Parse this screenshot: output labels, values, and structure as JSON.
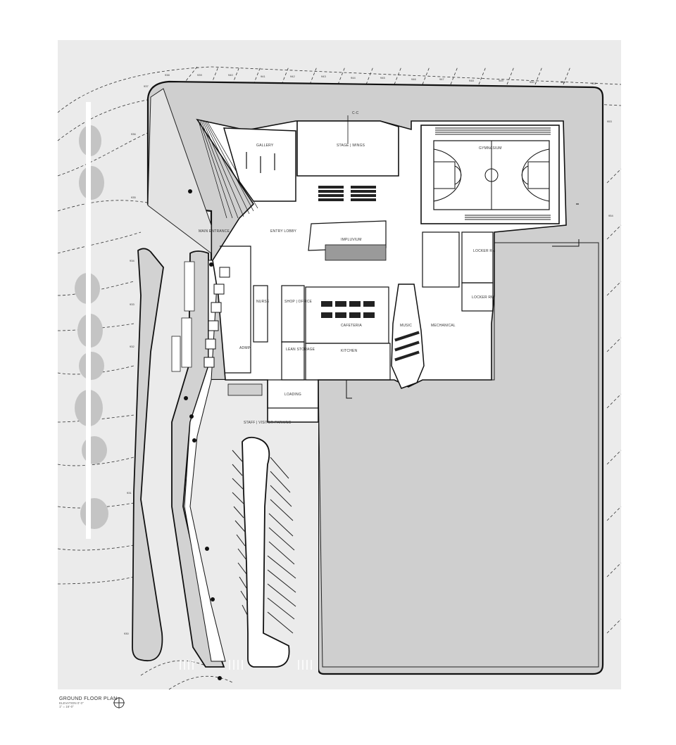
{
  "plan": {
    "title": "GROUND FLOOR PLAN",
    "elevation": "ELEVATION 0' 0\"",
    "scale": "1\" = 16'-0\"",
    "colors": {
      "background": "#ebebeb",
      "site_fill": "#cfcfcf",
      "building": "#ffffff",
      "outline": "#222222"
    }
  },
  "rooms": {
    "gallery": "GALLERY",
    "stage": "STAGE | WINGS",
    "gymnasium": "GYMNASIUM",
    "main_entrance": "MAIN ENTRANCE",
    "entry_lobby": "ENTRY LOBBY",
    "impluvium": "IMPLUVIUM",
    "locker_rm_1": "LOCKER RM",
    "locker_rm_2": "LOCKER RM",
    "nurse": "NURSE",
    "shop_office": "SHOP | OFFICE",
    "cafeteria": "CAFETERIA",
    "music": "MUSIC",
    "mechanical": "MECHANICAL",
    "admin": "ADMIN",
    "lean_storage": "LEAN STORAGE",
    "kitchen": "KITCHEN",
    "loading": "LOADING",
    "staff_parking": "STAFF | VISITOR PARKING",
    "section_mark": "C-C"
  },
  "contours": {
    "top": [
      "938",
      "939",
      "940",
      "941",
      "942",
      "943",
      "944",
      "945",
      "946",
      "947",
      "948",
      "949",
      "950",
      "951",
      "952"
    ],
    "left": [
      "937",
      "936",
      "935",
      "934",
      "933",
      "932",
      "931",
      "930"
    ],
    "right": [
      "953",
      "954"
    ]
  }
}
